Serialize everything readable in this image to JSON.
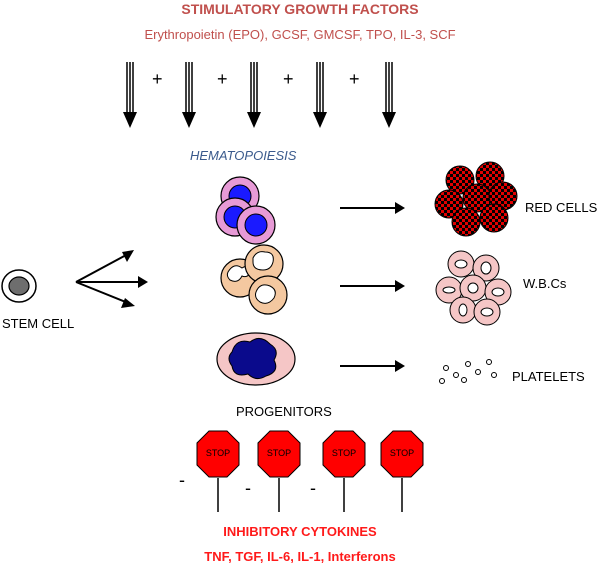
{
  "header": {
    "title": "STIMULATORY GROWTH FACTORS",
    "factors": "Erythropoietin (EPO), GCSF, GMCSF, TPO, IL-3, SCF"
  },
  "signs": {
    "plus": "+",
    "minus": "-"
  },
  "process_label": "HEMATOPOIESIS",
  "stem_cell_label": "STEM CELL",
  "progenitors_label": "PROGENITORS",
  "outputs": {
    "red_cells": "RED CELLS",
    "wbcs": "W.B.Cs",
    "platelets": "PLATELETS"
  },
  "stop_sign_text": "STOP",
  "footer": {
    "title": "INHIBITORY CYTOKINES",
    "cytokines": "TNF, TGF, IL-6, IL-1, Interferons"
  },
  "colors": {
    "stimulatory_text": "#c0504d",
    "inhibitory_text": "#ff1a1a",
    "hematopoiesis_text": "#3a5a8c",
    "stop_sign": "#ff0000",
    "rbc_progenitor_outer": "#e79ad6",
    "rbc_progenitor_nucleus": "#1a1aff",
    "wbc_progenitor": "#f4c8a0",
    "megakaryocyte": "#f5c6c6",
    "megakaryocyte_nucleus": "#0a0a8c",
    "red_cell": "#e00000",
    "wbc": "#f5c6c6"
  }
}
